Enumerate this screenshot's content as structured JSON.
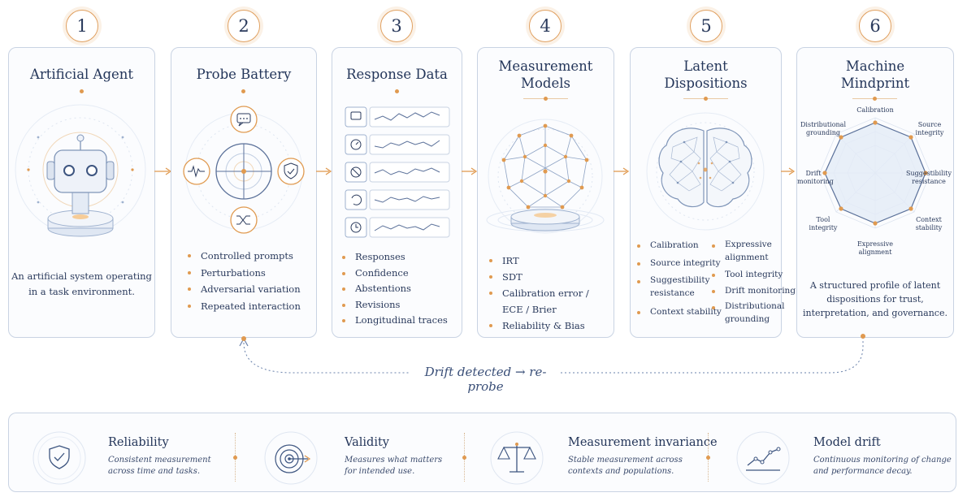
{
  "steps": [
    {
      "num": "1",
      "title": "Artificial Agent",
      "desc_lines": [
        "An artificial system operating",
        "in a task environment."
      ]
    },
    {
      "num": "2",
      "title": "Probe Battery",
      "bullets": [
        "Controlled prompts",
        "Perturbations",
        "Adversarial variation",
        "Repeated interaction"
      ]
    },
    {
      "num": "3",
      "title": "Response Data",
      "bullets": [
        "Responses",
        "Confidence",
        "Abstentions",
        "Revisions",
        "Longitudinal traces"
      ]
    },
    {
      "num": "4",
      "title_lines": [
        "Measurement",
        "Models"
      ],
      "bullets": [
        "IRT",
        "SDT",
        "Calibration error /",
        "ECE / Brier",
        "Reliability & Bias"
      ]
    },
    {
      "num": "5",
      "title_lines": [
        "Latent",
        "Dispositions"
      ],
      "left_bullets": [
        "Calibration",
        "Source integrity",
        "Suggestibility",
        "Context stability"
      ],
      "left_cont": "resistance",
      "right_bullets": [
        "Expressive",
        "Tool integrity",
        "Drift monitoring",
        "Distributional"
      ],
      "right_cont": [
        "alignment",
        "grounding"
      ]
    },
    {
      "num": "6",
      "title_lines": [
        "Machine",
        "Mindprint"
      ],
      "radar_labels": {
        "top": "Calibration",
        "top_right": [
          "Source",
          "integrity"
        ],
        "right": [
          "Suggestibility",
          "resistance"
        ],
        "bottom_right": [
          "Context",
          "stability"
        ],
        "bottom": [
          "Expressive",
          "alignment"
        ],
        "bottom_left": [
          "Tool",
          "integrity"
        ],
        "left": [
          "Drift",
          "monitoring"
        ],
        "top_left": [
          "Distributional",
          "grounding"
        ]
      },
      "desc_lines": [
        "A structured profile of latent",
        "dispositions for trust,",
        "interpretation, and governance."
      ]
    }
  ],
  "feedback_label": "Drift detected → re-probe",
  "qualities": [
    {
      "title": "Reliability",
      "desc": [
        "Consistent measurement",
        "across time and tasks."
      ],
      "icon": "shield-check-icon"
    },
    {
      "title": "Validity",
      "desc": [
        "Measures what matters",
        "for intended use."
      ],
      "icon": "target-icon"
    },
    {
      "title": "Measurement invariance",
      "desc": [
        "Stable measurement across",
        "contexts and populations."
      ],
      "icon": "balance-scale-icon"
    },
    {
      "title": "Model drift",
      "desc": [
        "Continuous monitoring of change",
        "and performance decay."
      ],
      "icon": "trend-line-icon"
    }
  ],
  "colors": {
    "accent": "#e09a50",
    "ink": "#24365a",
    "border": "#c9d3e3"
  }
}
